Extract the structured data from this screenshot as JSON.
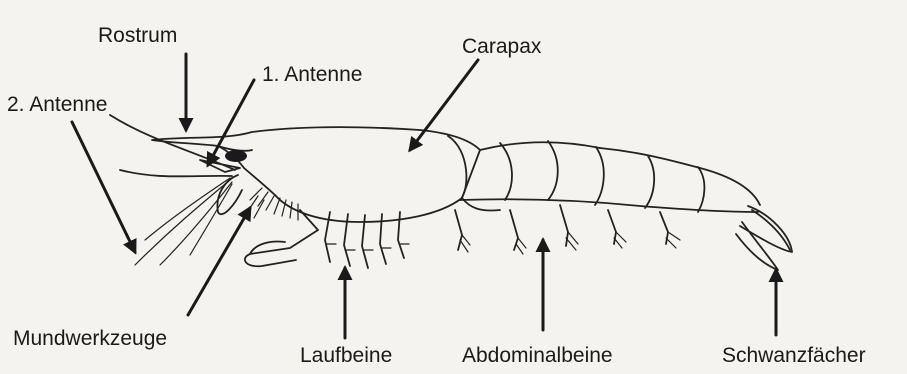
{
  "labels": {
    "rostrum": "Rostrum",
    "antenne1": "1. Antenne",
    "antenne2": "2. Antenne",
    "carapax": "Carapax",
    "mundwerkzeuge": "Mundwerkzeuge",
    "laufbeine": "Laufbeine",
    "abdominalbeine": "Abdominalbeine",
    "schwanzfaecher": "Schwanzfächer"
  },
  "colors": {
    "background": "#f4f3ef",
    "ink": "#1a1a1a"
  }
}
